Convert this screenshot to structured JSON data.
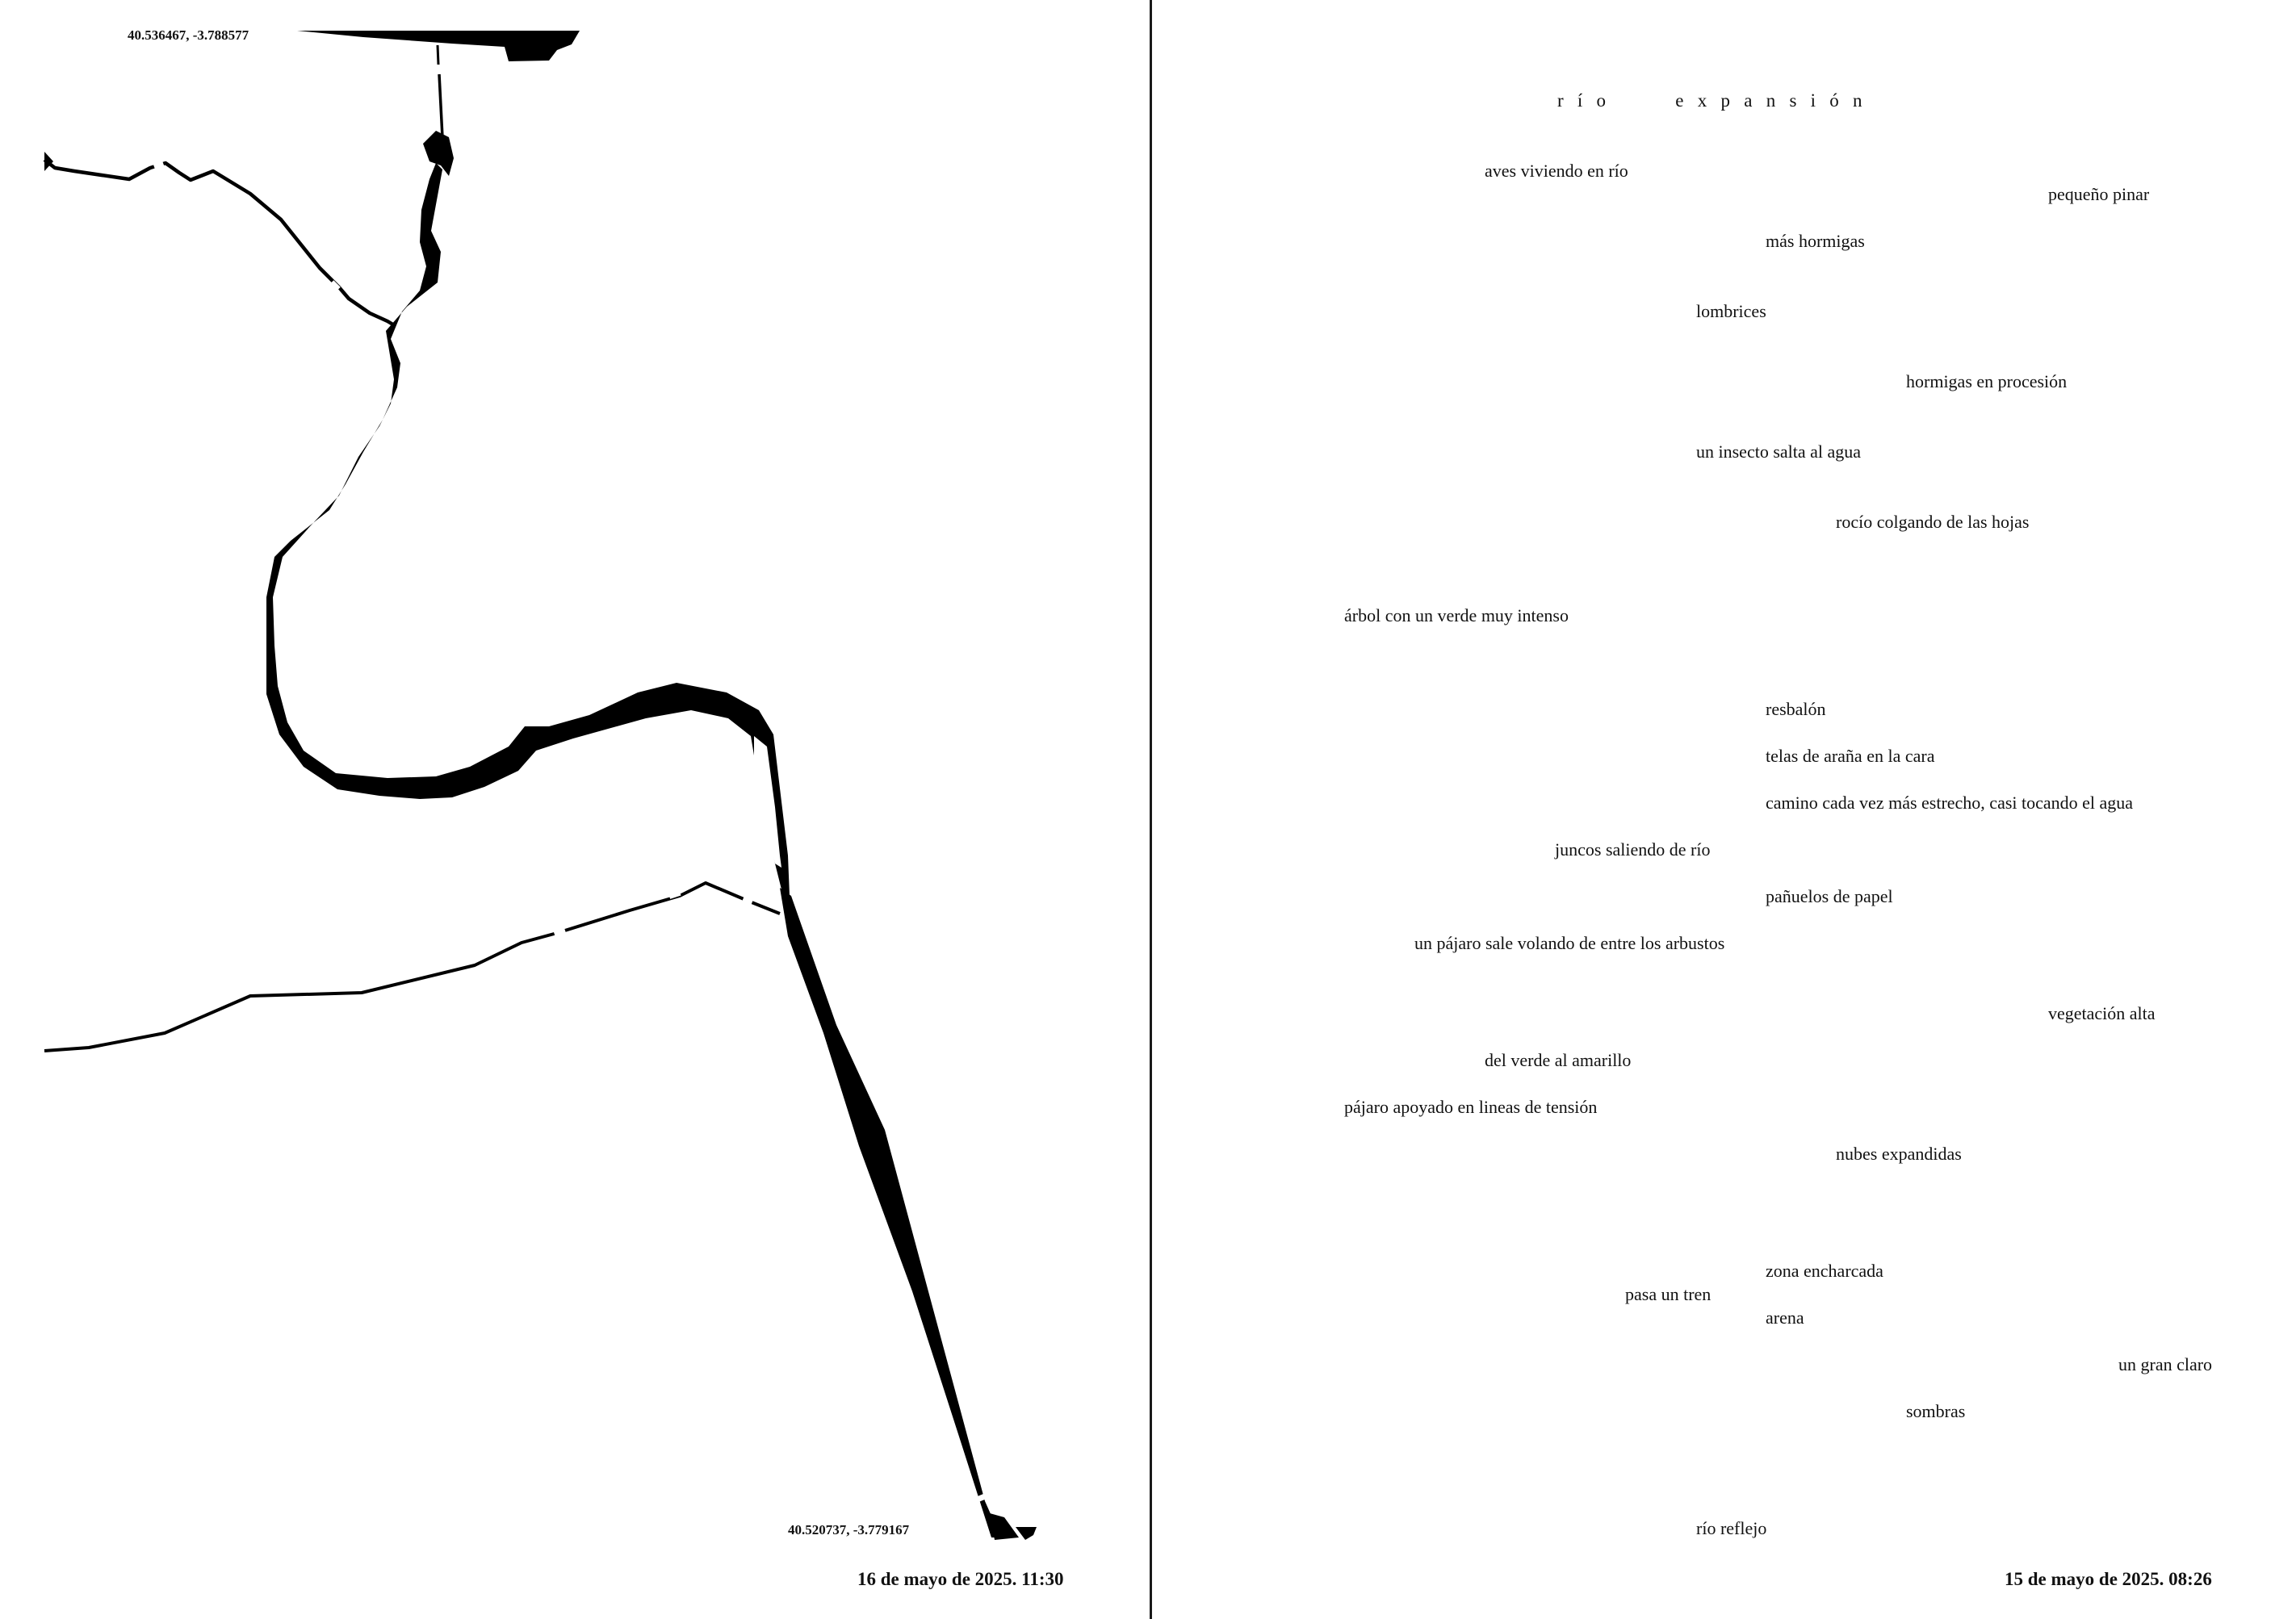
{
  "left_page": {
    "coord_start": "40.536467, -3.788577",
    "coord_end": "40.520737, -3.779167",
    "date": "16 de mayo de 2025. 11:30",
    "map_icon": "river-route-map"
  },
  "right_page": {
    "title": "río   expansión",
    "lines": [
      "aves viviendo en río",
      "pequeño pinar",
      "más hormigas",
      "lombrices",
      "hormigas en procesión",
      "un insecto salta al agua",
      "rocío colgando de las hojas",
      "árbol con un verde muy intenso",
      "resbalón",
      "telas de araña en la cara",
      "camino cada vez más estrecho, casi tocando el agua",
      "juncos saliendo de río",
      "pañuelos de papel",
      "un pájaro sale volando de entre los arbustos",
      "vegetación alta",
      "del verde al amarillo",
      "pájaro apoyado en lineas de tensión",
      "nubes expandidas",
      "zona encharcada",
      "pasa un tren",
      "arena",
      "un gran claro",
      "sombras",
      "río reflejo"
    ],
    "date": "15 de mayo de 2025. 08:26"
  },
  "colors": {
    "ink": "#111111",
    "paper": "#ffffff",
    "divider": "#1a1a1a"
  }
}
